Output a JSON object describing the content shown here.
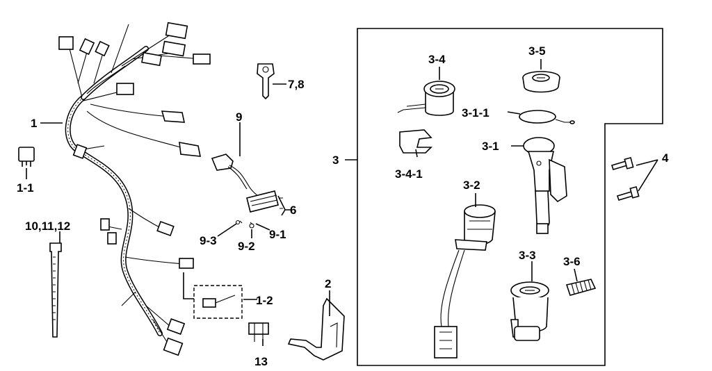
{
  "labels": {
    "p1": "1",
    "p1_1": "1-1",
    "p1_2": "1-2",
    "p2": "2",
    "p3": "3",
    "p3_1": "3-1",
    "p3_1_1": "3-1-1",
    "p3_2": "3-2",
    "p3_3": "3-3",
    "p3_4": "3-4",
    "p3_4_1": "3-4-1",
    "p3_5": "3-5",
    "p3_6": "3-6",
    "p4": "4",
    "p6": "6",
    "p7_8": "7,8",
    "p9": "9",
    "p9_1": "9-1",
    "p9_2": "9-2",
    "p9_3": "9-3",
    "p10_11_12": "10,11,12",
    "p13": "13"
  }
}
